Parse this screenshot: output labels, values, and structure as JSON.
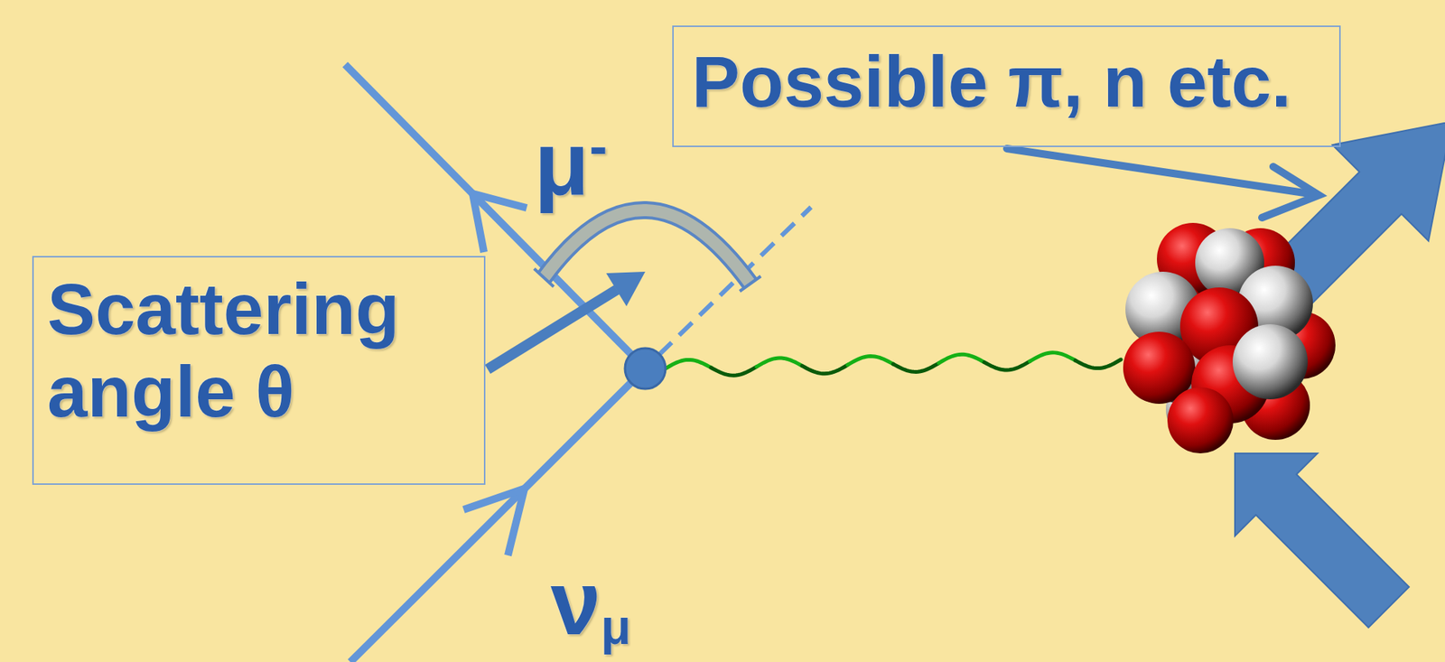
{
  "diagram": {
    "nodes": [
      {
        "text": [
          "Possible π, n etc."
        ]
      },
      {
        "text": [
          "Scattering angle θ"
        ]
      }
    ],
    "labels": [
      "μ-",
      "νμ"
    ]
  }
}
